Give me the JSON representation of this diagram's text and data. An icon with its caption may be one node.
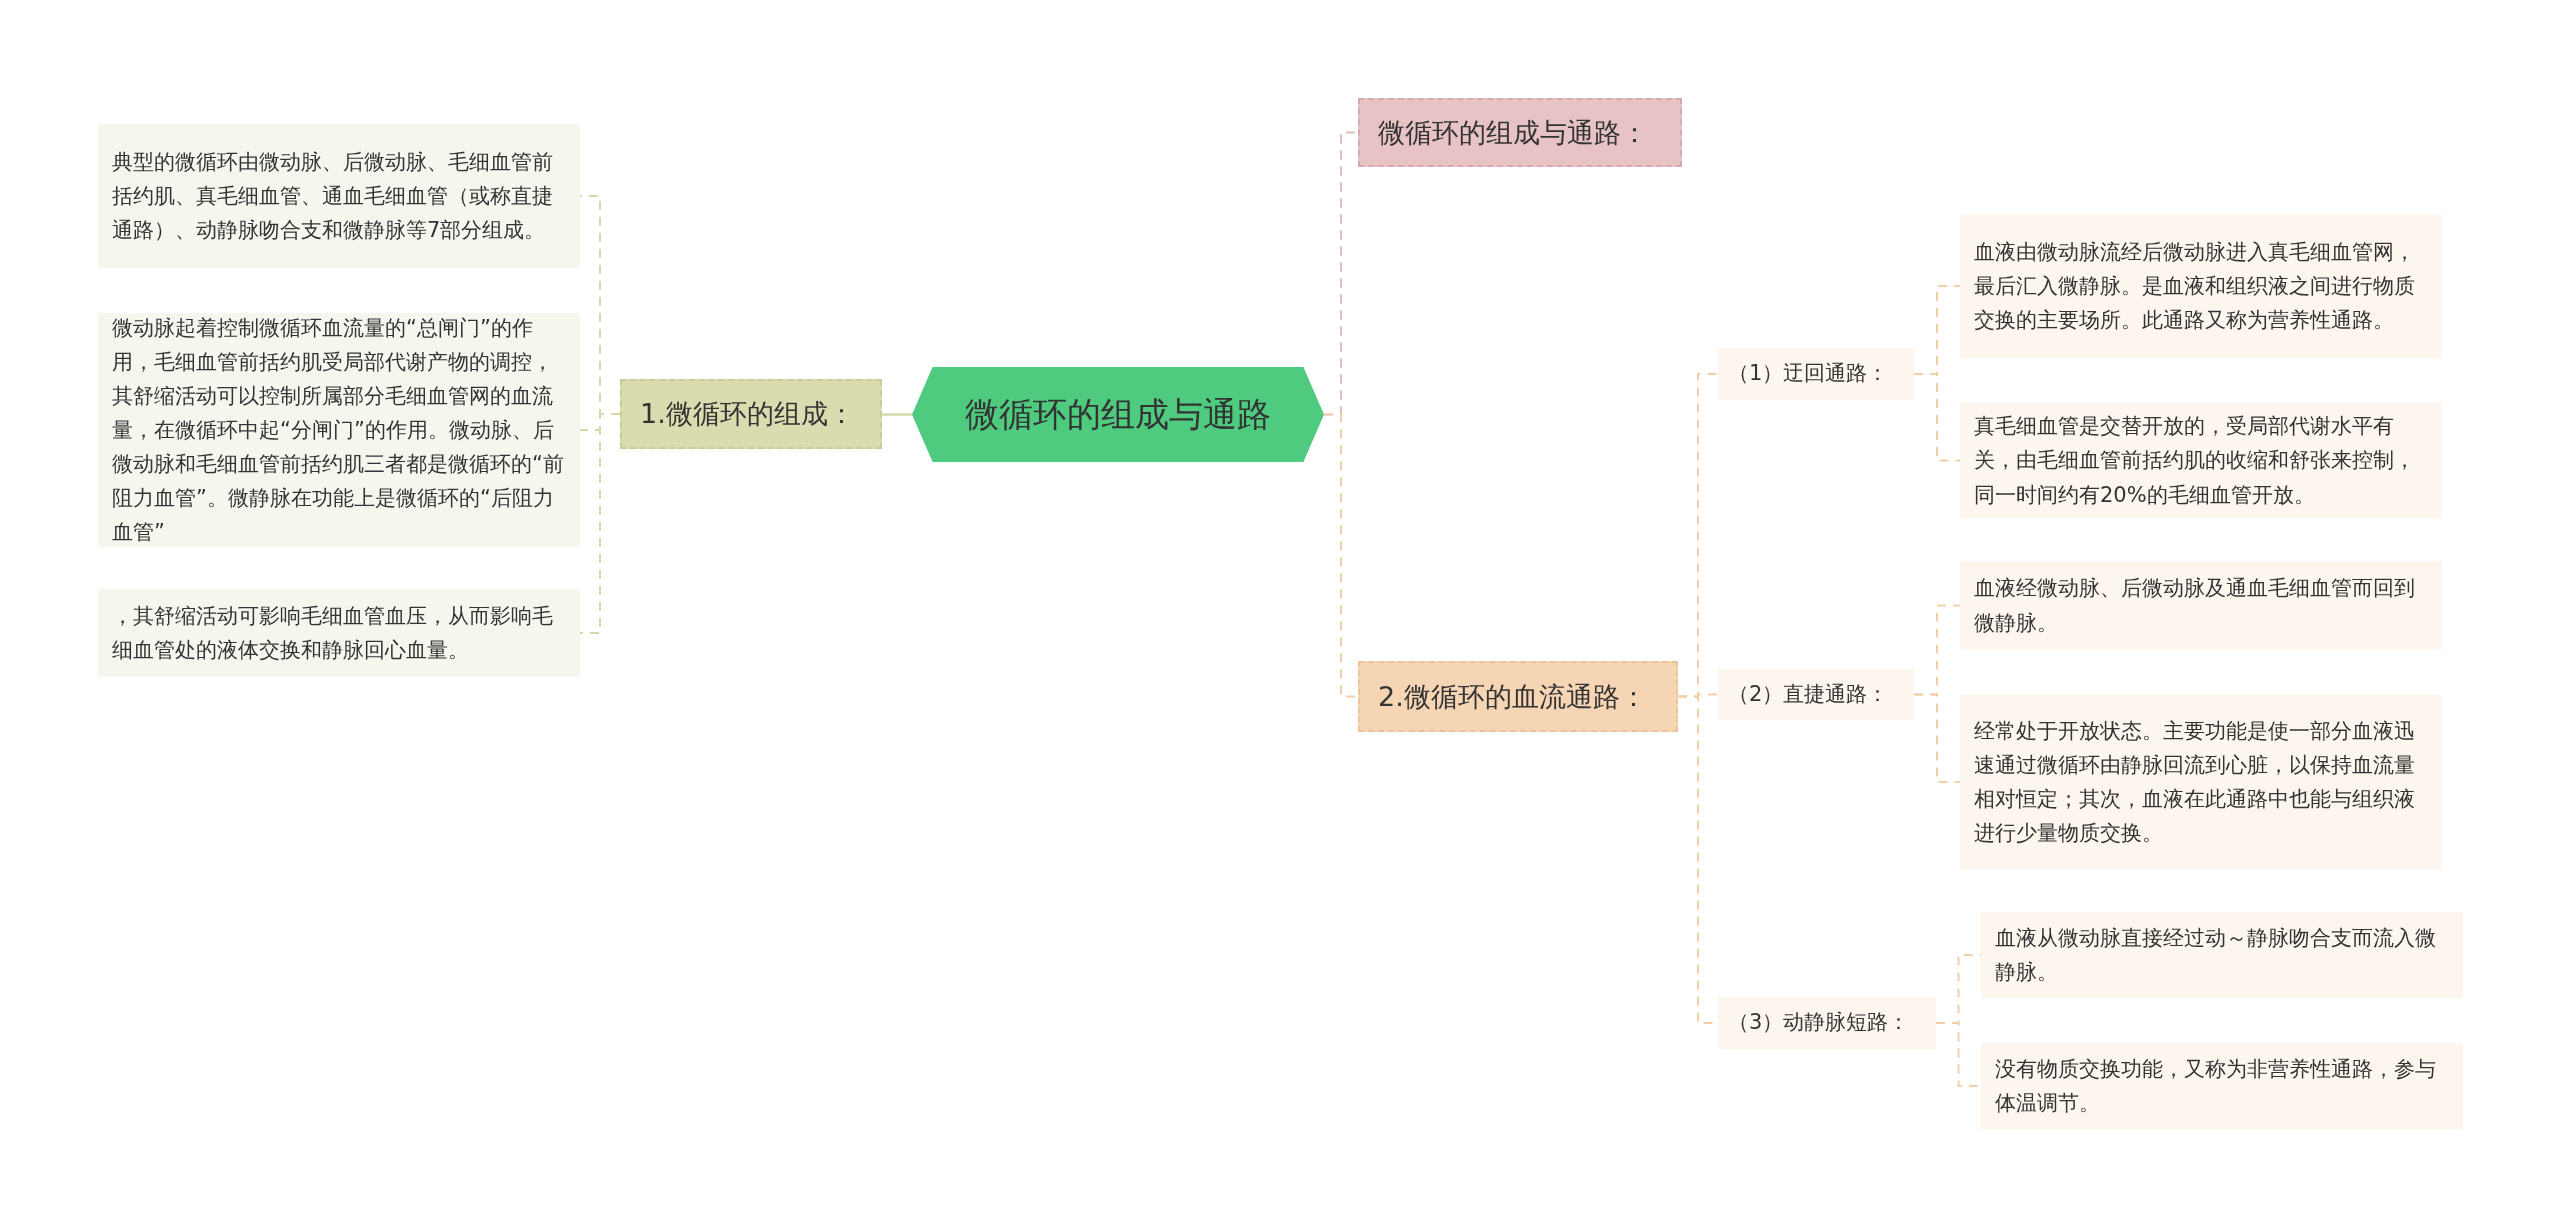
{
  "diagram": {
    "nodes": [
      {
        "text": [
          "微循环的组成与通路"
        ]
      },
      {
        "text": [
          "1.微循环的组成："
        ]
      },
      {
        "text": [
          "典型的微循环由微动脉、后微动脉、毛细血管前括约肌、真毛细血管、通血毛细血管（或称直捷通路）、动静脉吻合支和微静脉等7部分组成。"
        ]
      },
      {
        "text": [
          "微动脉起着控制微循环血流量的“总闸门”的作用，毛细血管前括约肌受局部代谢产物的调控，其舒缩活动可以控制所属部分毛细血管网的血流量，在微循环中起“分闸门”的作用。微动脉、后微动脉和毛细血管前括约肌三者都是微循环的“前阻力血管”。微静脉在功能上是微循环的“后阻力血管”"
        ]
      },
      {
        "text": [
          "，其舒缩活动可影响毛细血管血压，从而影响毛细血管处的液体交换和静脉回心血量。"
        ]
      },
      {
        "text": [
          "微循环的组成与通路："
        ]
      },
      {
        "text": [
          "2.微循环的血流通路："
        ]
      },
      {
        "text": [
          "（1）迂回通路："
        ]
      },
      {
        "text": [
          "血液由微动脉流经后微动脉进入真毛细血管网，最后汇入微静脉。是血液和组织液之间进行物质交换的主要场所。此通路又称为营养性通路。"
        ]
      },
      {
        "text": [
          "真毛细血管是交替开放的，受局部代谢水平有关，由毛细血管前括约肌的收缩和舒张来控制，同一时间约有20%的毛细血管开放。"
        ]
      },
      {
        "text": [
          "（2）直捷通路："
        ]
      },
      {
        "text": [
          "血液经微动脉、后微动脉及通血毛细血管而回到微静脉。"
        ]
      },
      {
        "text": [
          "经常处于开放状态。主要功能是使一部分血液迅速通过微循环由静脉回流到心脏，以保持血流量相对恒定；其次，血液在此通路中也能与组织液进行少量物质交换。"
        ]
      },
      {
        "text": [
          "（3）动静脉短路："
        ]
      },
      {
        "text": [
          "血液从微动脉直接经过动～静脉吻合支而流入微静脉。"
        ]
      },
      {
        "text": [
          "没有物质交换功能，又称为非营养性通路，参与体温调节。"
        ]
      }
    ],
    "edges": [
      {
        "from": 0,
        "to": 1,
        "arrow": "none",
        "color": "#d6d8a8"
      },
      {
        "from": 1,
        "to": 2,
        "arrow": "none",
        "style": "dashed",
        "color": "#d6d8a8"
      },
      {
        "from": 1,
        "to": 3,
        "arrow": "none",
        "style": "dashed",
        "color": "#d6d8a8"
      },
      {
        "from": 1,
        "to": 4,
        "arrow": "none",
        "style": "dashed",
        "color": "#d6d8a8"
      },
      {
        "from": 0,
        "to": 5,
        "arrow": "none",
        "style": "dashed",
        "color": "#e2b9bd"
      },
      {
        "from": 0,
        "to": 6,
        "arrow": "none",
        "style": "dashed"
      },
      {
        "from": 6,
        "to": 7,
        "arrow": "none",
        "style": "dashed"
      },
      {
        "from": 6,
        "to": 10,
        "arrow": "none",
        "style": "dashed"
      },
      {
        "from": 6,
        "to": 13,
        "arrow": "none",
        "style": "dashed"
      },
      {
        "from": 7,
        "to": 8,
        "arrow": "none",
        "style": "dashed"
      },
      {
        "from": 7,
        "to": 9,
        "arrow": "none",
        "style": "dashed"
      },
      {
        "from": 10,
        "to": 11,
        "arrow": "none",
        "style": "dashed"
      },
      {
        "from": 10,
        "to": 12,
        "arrow": "none",
        "style": "dashed"
      },
      {
        "from": 13,
        "to": 14,
        "arrow": "none",
        "style": "dashed"
      },
      {
        "from": 13,
        "to": 15,
        "arrow": "none",
        "style": "dashed"
      }
    ]
  }
}
